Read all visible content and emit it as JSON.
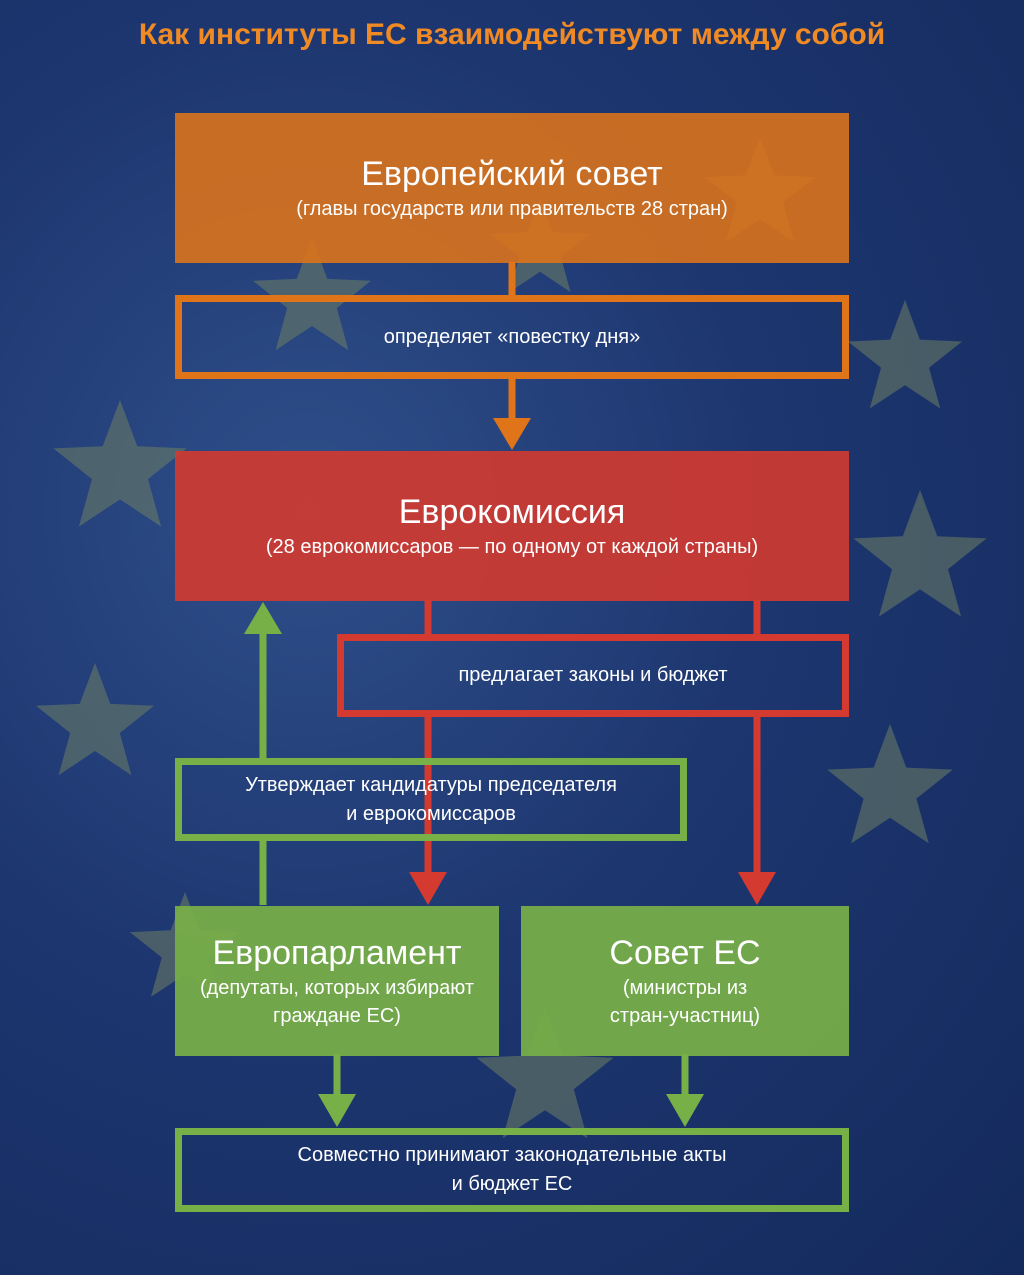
{
  "title": "Как институты ЕС взаимодействуют между собой",
  "colors": {
    "title": "#f08a24",
    "orange": "#df7419",
    "red": "#d43a2f",
    "green": "#78b048",
    "background": "#1d3670",
    "star": "#6e7f63"
  },
  "nodes": {
    "european_council": {
      "name": "Европейский совет",
      "desc": "(главы государств или правительств 28 стран)"
    },
    "agenda": {
      "text": "определяет «повестку дня»"
    },
    "commission": {
      "name": "Еврокомиссия",
      "desc": "(28 еврокомиссаров — по одному от каждой страны)"
    },
    "proposes": {
      "text": "предлагает законы и бюджет"
    },
    "approves": {
      "line1": "Утверждает кандидатуры председателя",
      "line2": "и еврокомиссаров"
    },
    "parliament": {
      "name": "Европарламент",
      "desc1": "(депутаты, которых избирают",
      "desc2": "граждане ЕС)"
    },
    "council_eu": {
      "name": "Совет ЕС",
      "desc1": "(министры из",
      "desc2": "стран-участниц)"
    },
    "jointly": {
      "line1": "Совместно принимают законодательные акты",
      "line2": "и бюджет ЕС"
    }
  }
}
